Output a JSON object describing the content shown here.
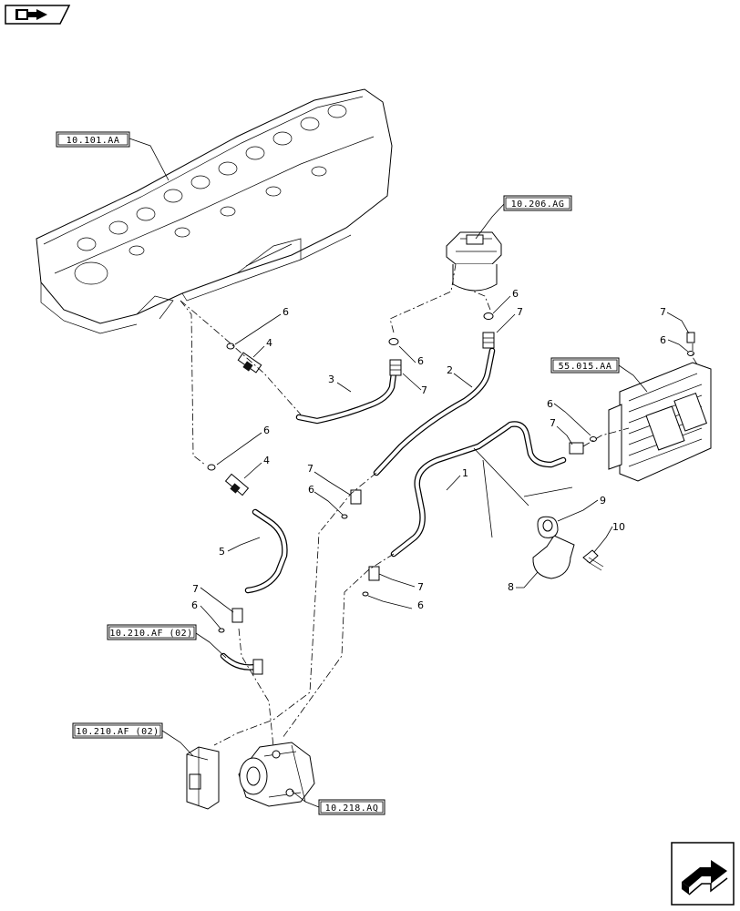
{
  "references": {
    "cylinder_head": "10.101.AA",
    "fuel_filter": "10.206.AG",
    "ecu": "55.015.AA",
    "injection_pipe_left": "10.210.AF (02)",
    "injection_pipe_bottom": "10.210.AF (02)",
    "fuel_pump": "10.218.AQ"
  },
  "callouts": {
    "c1": "1",
    "c2": "2",
    "c3": "3",
    "c4a": "4",
    "c4b": "4",
    "c5": "5",
    "c6a": "6",
    "c6b": "6",
    "c6c": "6",
    "c6d": "6",
    "c6e": "6",
    "c6f": "6",
    "c6g": "6",
    "c6h": "6",
    "c6i": "6",
    "c7a": "7",
    "c7b": "7",
    "c7c": "7",
    "c7d": "7",
    "c7e": "7",
    "c7f": "7",
    "c7g": "7",
    "c8": "8",
    "c9": "9",
    "c10": "10"
  },
  "icons": {
    "top_left": "book-arrow-icon",
    "bottom_right": "next-page-arrow-icon"
  }
}
